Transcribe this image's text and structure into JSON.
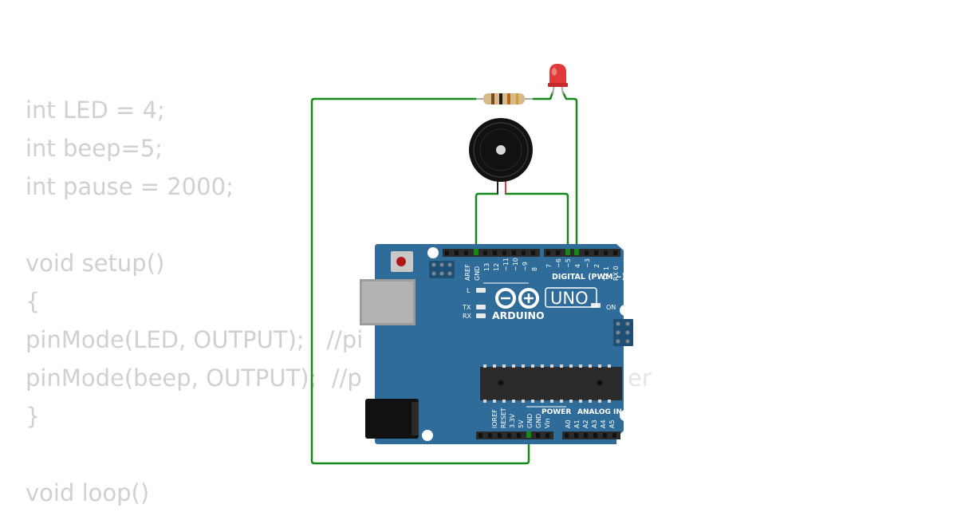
{
  "code_lines": [
    "int LED = 4;",
    "int beep=5;",
    "int pause = 2000;",
    "",
    "void setup()",
    "{",
    "pinMode(LED, OUTPUT);   //pi",
    "pinMode(beep, OUTPUT);  //p",
    "}",
    "",
    "void loop()"
  ],
  "code_overflow_fragment": "er",
  "board": {
    "model": "UNO",
    "brand": "ARDUINO",
    "digital_label": "DIGITAL (PWM ~)",
    "power_label": "POWER",
    "analog_label": "ANALOG IN",
    "on_label": "ON",
    "l_label": "L",
    "tx_label": "TX",
    "rx_label": "RX",
    "top_pins": [
      "AREF",
      "GND",
      "13",
      "12",
      "~11",
      "~10",
      "~9",
      "8",
      "7",
      "~6",
      "~5",
      "4",
      "~3",
      "2",
      "TX 1",
      "RX 0"
    ],
    "power_pins": [
      "IOREF",
      "RESET",
      "3.3V",
      "5V",
      "GND",
      "GND",
      "Vin"
    ],
    "analog_pins": [
      "A0",
      "A1",
      "A2",
      "A3",
      "A4",
      "A5"
    ]
  },
  "colors": {
    "board": "#2f6c9a",
    "wire": "#18871b",
    "led": "#e23a3a",
    "code_text": "#d0d0d0"
  },
  "components": [
    "led-icon",
    "resistor-icon",
    "piezo-buzzer-icon",
    "arduino-uno-board"
  ]
}
